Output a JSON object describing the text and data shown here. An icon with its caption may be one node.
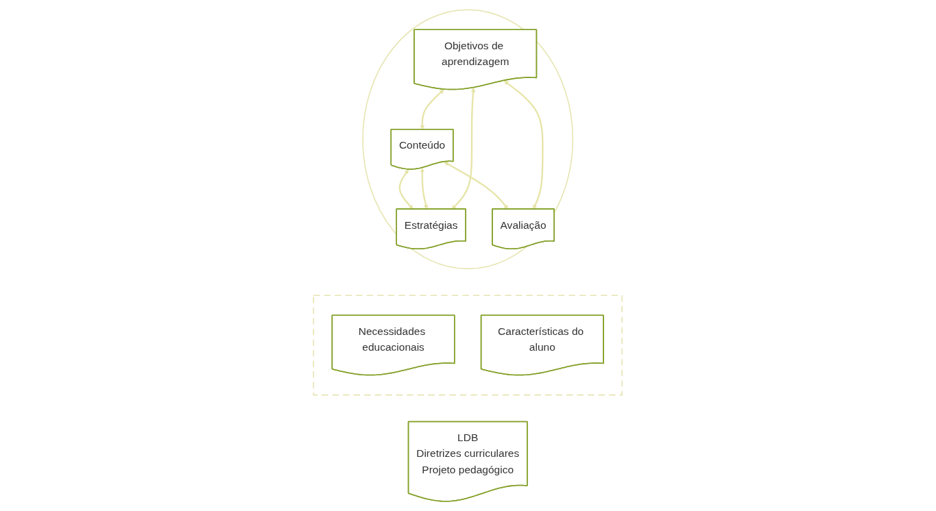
{
  "diagram": {
    "nodes": [
      {
        "text": [
          "LDB",
          "Diretrizes curriculares",
          "Projeto pedagógico"
        ]
      },
      {
        "text": [],
        "shape": "box"
      },
      {
        "text": [
          "Necessidades educacionais"
        ],
        "in": 1
      },
      {
        "text": [
          "Características do aluno"
        ],
        "in": 1
      },
      {
        "text": [],
        "shape": "circle"
      },
      {
        "text": [
          "Conteúdo"
        ],
        "in": 4
      },
      {
        "text": [
          "Objetivos de aprendizagem"
        ],
        "in": 4
      },
      {
        "text": [
          "Estratégias"
        ],
        "in": 4
      },
      {
        "text": [
          "Avaliação"
        ],
        "in": 4
      }
    ],
    "edges": [
      {
        "from": 6,
        "to": 5,
        "arrow": "both"
      },
      {
        "from": 5,
        "to": 7,
        "arrow": "both"
      },
      {
        "from": 5,
        "to": 7,
        "arrow": "both"
      },
      {
        "from": 6,
        "to": 7,
        "arrow": "both"
      },
      {
        "from": 5,
        "to": 8,
        "arrow": "both"
      },
      {
        "from": 6,
        "to": 8,
        "arrow": "both"
      }
    ]
  }
}
